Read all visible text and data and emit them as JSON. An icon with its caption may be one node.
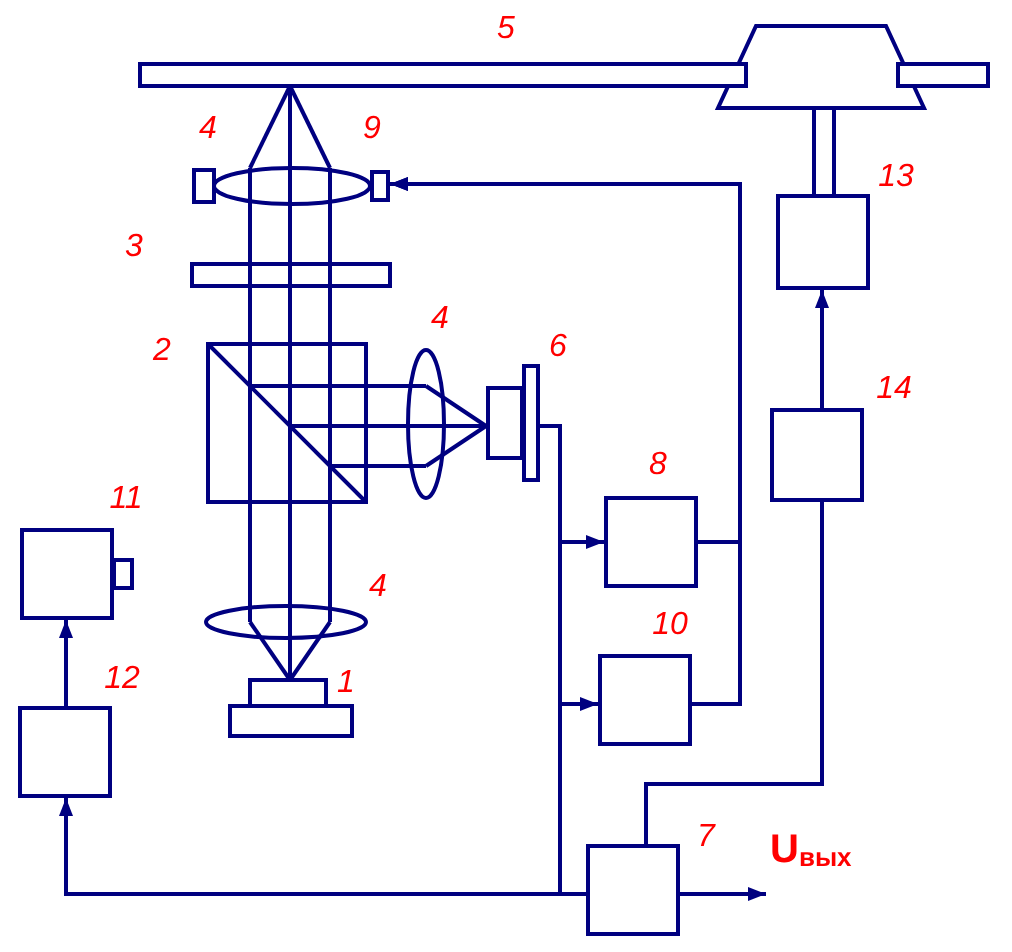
{
  "diagram": {
    "nodes": [
      {
        "text": [],
        "shape": "box",
        "beside": [
          "9"
        ]
      },
      {
        "text": [],
        "shape": "box",
        "beside": [
          "13"
        ]
      },
      {
        "text": [],
        "shape": "box",
        "beside": [
          "6"
        ]
      },
      {
        "text": [],
        "shape": "box",
        "beside": [
          "14"
        ]
      },
      {
        "text": [],
        "shape": "box",
        "beside": [
          "8"
        ]
      },
      {
        "text": [],
        "shape": "box",
        "beside": [
          "11"
        ]
      },
      {
        "text": [],
        "shape": "box",
        "beside": [
          "10"
        ]
      },
      {
        "text": [],
        "shape": "box",
        "beside": [
          "12"
        ]
      },
      {
        "text": [],
        "shape": "box",
        "beside": [
          "7"
        ]
      }
    ],
    "edges": [
      {
        "from": 2,
        "to": 4,
        "arrow": "to"
      },
      {
        "from": 2,
        "to": 6,
        "arrow": "to"
      },
      {
        "from": 2,
        "to": 8,
        "arrow": "none"
      },
      {
        "from": 2,
        "to": 7,
        "arrow": "to"
      },
      {
        "from": 7,
        "to": 5,
        "arrow": "to"
      },
      {
        "from": 4,
        "to": 0,
        "arrow": "to"
      },
      {
        "from": 6,
        "to": 0,
        "arrow": "to"
      },
      {
        "from": 8,
        "to": 3,
        "arrow": "none"
      },
      {
        "from": 3,
        "to": 1,
        "arrow": "to"
      },
      {
        "from": 8,
        "to": null,
        "arrow": "to",
        "label": "U$_{вых}$"
      }
    ],
    "labels": [
      "5",
      "4",
      "3",
      "4",
      "2",
      "4",
      "1"
    ]
  }
}
